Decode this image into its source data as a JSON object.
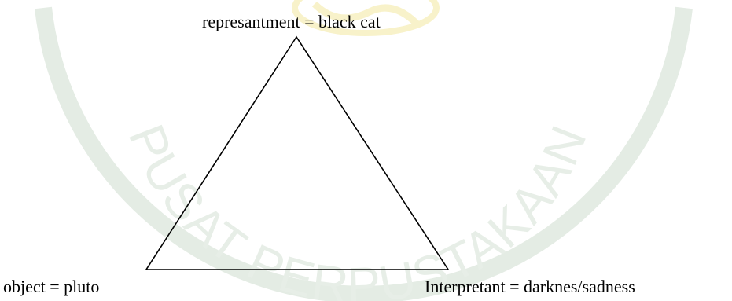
{
  "watermark": {
    "text": "PUSAT PERPUSTAKAAN",
    "color": "#e7eee7",
    "emblem_color": "#f6efb4"
  },
  "diagram": {
    "stroke_color": "#000000",
    "representamen_label": "represantment = black cat",
    "object_label": "object = pluto",
    "interpretant_label": "Interpretant = darknes/sadness"
  }
}
